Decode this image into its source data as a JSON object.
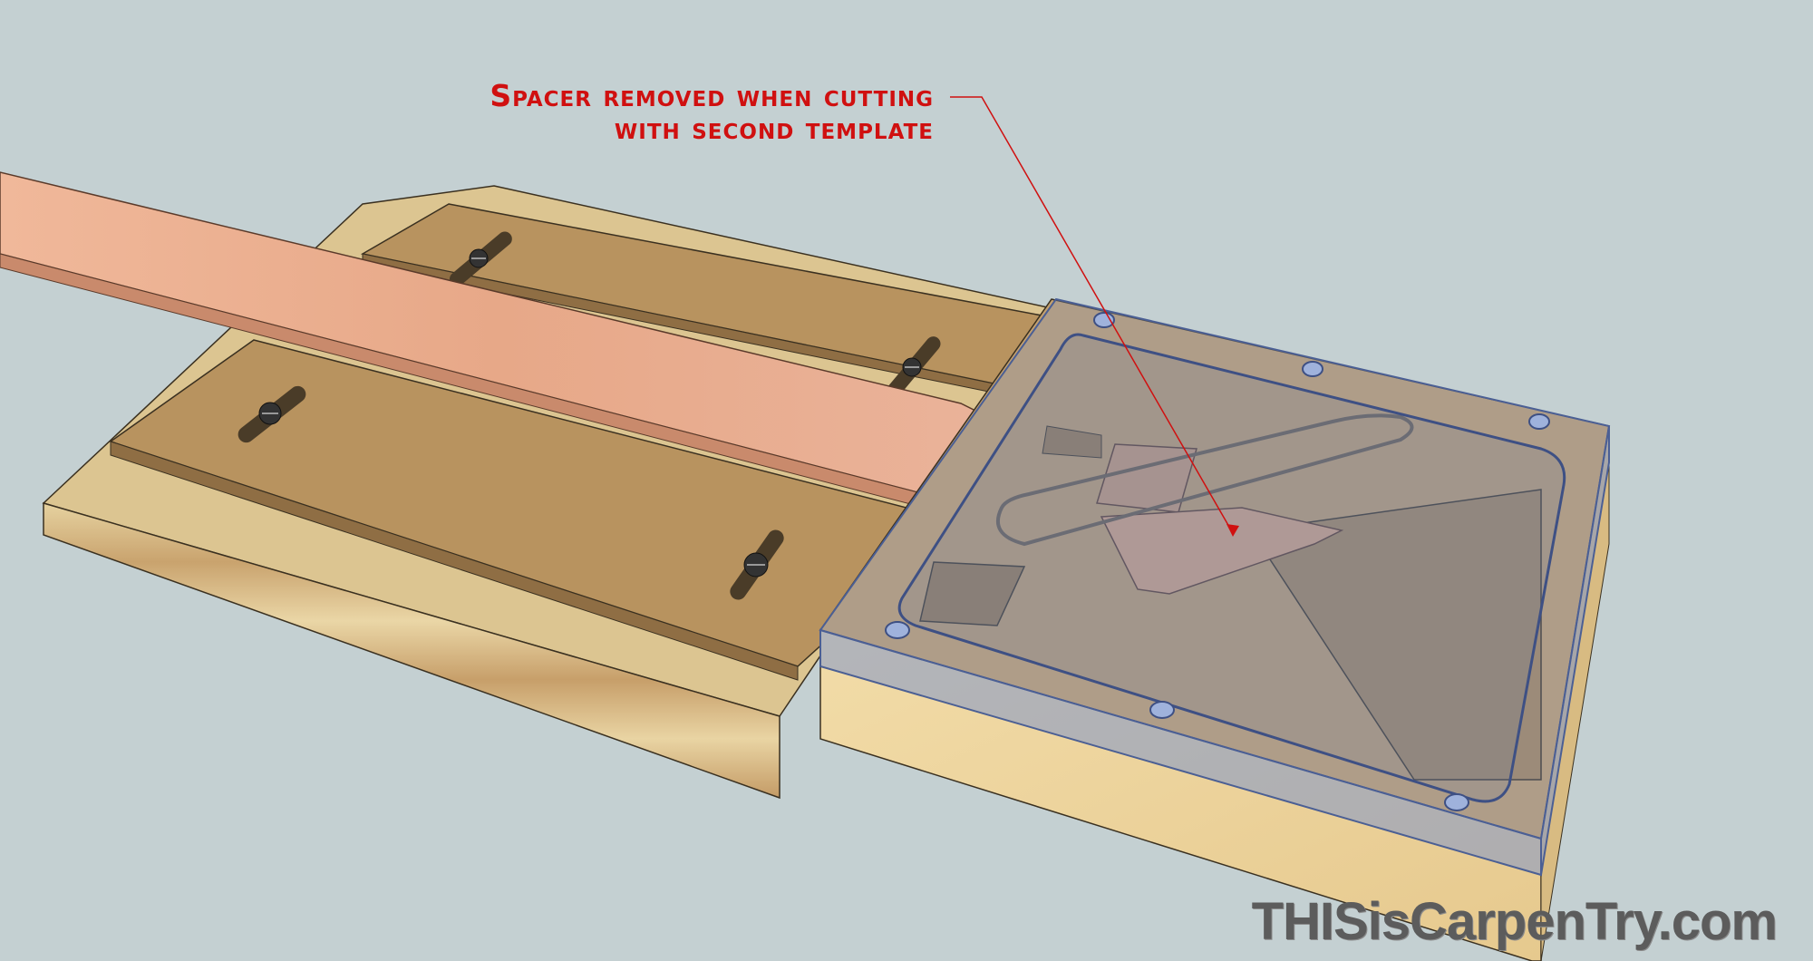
{
  "annotation": {
    "line1": "Spacer removed when cutting",
    "line2": "with second template",
    "color": "#d01010"
  },
  "watermark": "THISisCarpenTry.com",
  "colors": {
    "background": "#c4d0d2",
    "plywood_top": "#d9c48e",
    "mdf_fence": "#b48e5c",
    "oak_workpiece": "#e8b08f",
    "acrylic_template": "#7f96c8"
  }
}
